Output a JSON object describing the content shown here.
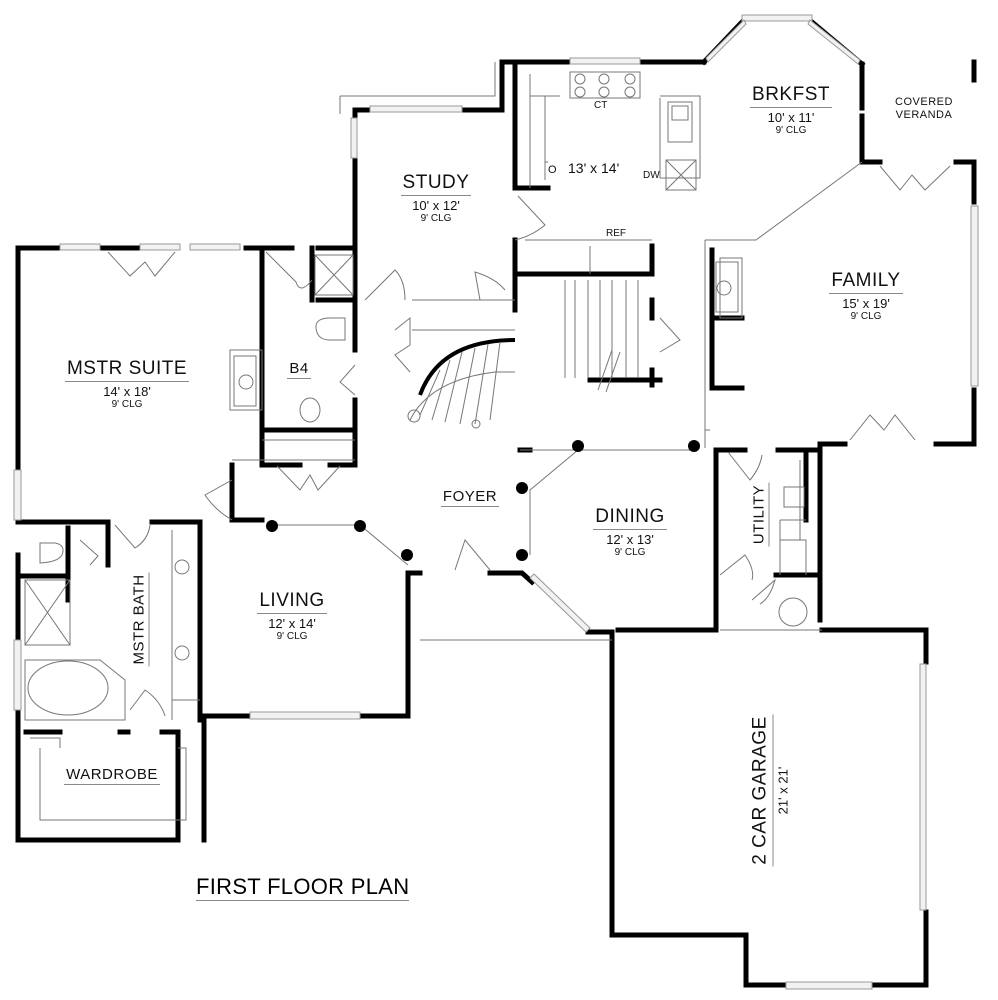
{
  "plan": {
    "title": "FIRST FLOOR PLAN"
  },
  "rooms": {
    "brkfst": {
      "name": "BRKFST",
      "size": "10' x 11'",
      "ceiling": "9' CLG"
    },
    "veranda": {
      "name_line1": "COVERED",
      "name_line2": "VERANDA"
    },
    "kitchen": {
      "size": "13' x 14'"
    },
    "study": {
      "name": "STUDY",
      "size": "10' x 12'",
      "ceiling": "9' CLG"
    },
    "family": {
      "name": "FAMILY",
      "size": "15' x 19'",
      "ceiling": "9' CLG"
    },
    "mstr_suite": {
      "name": "MSTR SUITE",
      "size": "14' x 18'",
      "ceiling": "9' CLG"
    },
    "b4": {
      "name": "B4"
    },
    "foyer": {
      "name": "FOYER"
    },
    "dining": {
      "name": "DINING",
      "size": "12' x 13'",
      "ceiling": "9' CLG"
    },
    "utility": {
      "name": "UTILITY"
    },
    "living": {
      "name": "LIVING",
      "size": "12' x 14'",
      "ceiling": "9' CLG"
    },
    "mstr_bath": {
      "name": "MSTR BATH"
    },
    "wardrobe": {
      "name": "WARDROBE"
    },
    "garage": {
      "name": "2 CAR GARAGE",
      "size": "21' x 21'"
    }
  },
  "fixtures": {
    "cooktop": "CT",
    "oven": "O",
    "dishwasher": "DW",
    "refrigerator": "REF"
  },
  "colors": {
    "wall": "#000000",
    "thin_line": "#777777",
    "window": "#f2f2f2",
    "background": "#ffffff"
  }
}
